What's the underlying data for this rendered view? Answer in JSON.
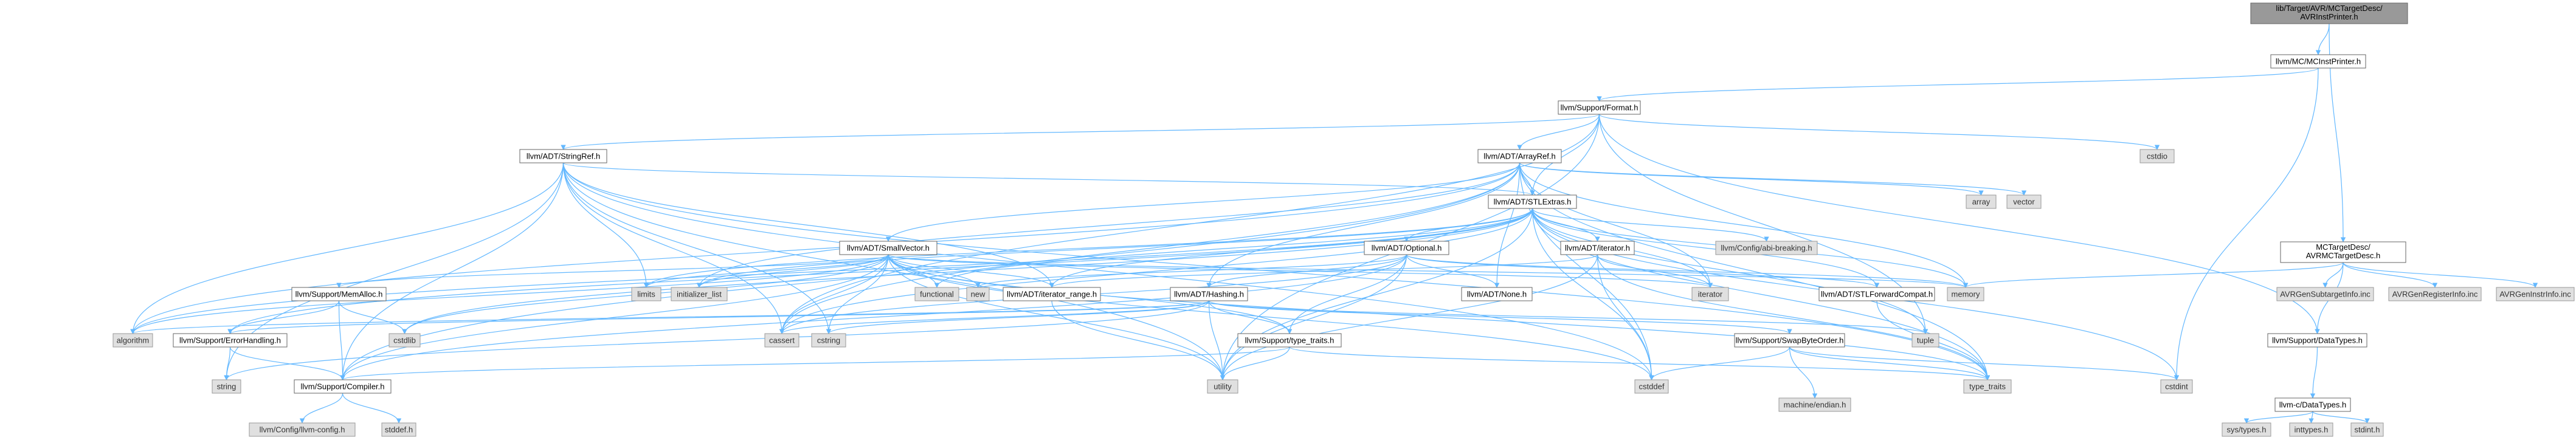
{
  "nodes": [
    {
      "id": "root",
      "label": "lib/Target/AVR/MCTargetDesc/AVRInstPrinter.h",
      "kind": "root"
    },
    {
      "id": "mcinstprinter",
      "label": "llvm/MC/MCInstPrinter.h",
      "kind": "plain"
    },
    {
      "id": "format",
      "label": "llvm/Support/Format.h",
      "kind": "plain"
    },
    {
      "id": "cstdio",
      "label": "cstdio",
      "kind": "sys"
    },
    {
      "id": "stringref",
      "label": "llvm/ADT/StringRef.h",
      "kind": "plain"
    },
    {
      "id": "arrayref",
      "label": "llvm/ADT/ArrayRef.h",
      "kind": "plain"
    },
    {
      "id": "array",
      "label": "array",
      "kind": "sys"
    },
    {
      "id": "vector",
      "label": "vector",
      "kind": "sys"
    },
    {
      "id": "stlextras",
      "label": "llvm/ADT/STLExtras.h",
      "kind": "plain"
    },
    {
      "id": "avrmctargetdesc",
      "label": "MCTargetDesc/AVRMCTargetDesc.h",
      "kind": "plain"
    },
    {
      "id": "abibreaking",
      "label": "llvm/Config/abi-breaking.h",
      "kind": "sys"
    },
    {
      "id": "smallvector",
      "label": "llvm/ADT/SmallVector.h",
      "kind": "plain"
    },
    {
      "id": "optional",
      "label": "llvm/ADT/Optional.h",
      "kind": "plain"
    },
    {
      "id": "iteratorh",
      "label": "llvm/ADT/iterator.h",
      "kind": "plain"
    },
    {
      "id": "functional",
      "label": "functional",
      "kind": "sys"
    },
    {
      "id": "limits",
      "label": "limits",
      "kind": "sys"
    },
    {
      "id": "initlist",
      "label": "initializer_list",
      "kind": "sys"
    },
    {
      "id": "new",
      "label": "new",
      "kind": "sys"
    },
    {
      "id": "iterrange",
      "label": "llvm/ADT/iterator_range.h",
      "kind": "plain"
    },
    {
      "id": "nonee",
      "label": "llvm/ADT/None.h",
      "kind": "plain"
    },
    {
      "id": "iterator",
      "label": "iterator",
      "kind": "sys"
    },
    {
      "id": "stlforward",
      "label": "llvm/ADT/STLForwardCompat.h",
      "kind": "plain"
    },
    {
      "id": "memory",
      "label": "memory",
      "kind": "sys"
    },
    {
      "id": "avrsubtarget",
      "label": "AVRGenSubtargetInfo.inc",
      "kind": "sys"
    },
    {
      "id": "avrregister",
      "label": "AVRGenRegisterInfo.inc",
      "kind": "sys"
    },
    {
      "id": "avrinstr",
      "label": "AVRGenInstrInfo.inc",
      "kind": "sys"
    },
    {
      "id": "memalloc",
      "label": "llvm/Support/MemAlloc.h",
      "kind": "plain"
    },
    {
      "id": "hashing",
      "label": "llvm/ADT/Hashing.h",
      "kind": "plain"
    },
    {
      "id": "algorithm",
      "label": "algorithm",
      "kind": "sys"
    },
    {
      "id": "errorhandling",
      "label": "llvm/Support/ErrorHandling.h",
      "kind": "plain"
    },
    {
      "id": "cstdlib",
      "label": "cstdlib",
      "kind": "sys"
    },
    {
      "id": "cassert",
      "label": "cassert",
      "kind": "sys"
    },
    {
      "id": "cstring",
      "label": "cstring",
      "kind": "sys"
    },
    {
      "id": "typetraitsh",
      "label": "llvm/Support/type_traits.h",
      "kind": "plain"
    },
    {
      "id": "swapbyteorder",
      "label": "llvm/Support/SwapByteOrder.h",
      "kind": "plain"
    },
    {
      "id": "tuple",
      "label": "tuple",
      "kind": "sys"
    },
    {
      "id": "datatypesh",
      "label": "llvm/Support/DataTypes.h",
      "kind": "plain"
    },
    {
      "id": "string",
      "label": "string",
      "kind": "sys"
    },
    {
      "id": "compiler",
      "label": "llvm/Support/Compiler.h",
      "kind": "plain"
    },
    {
      "id": "utility",
      "label": "utility",
      "kind": "sys"
    },
    {
      "id": "cstddef",
      "label": "cstddef",
      "kind": "sys"
    },
    {
      "id": "machineendian",
      "label": "machine/endian.h",
      "kind": "sys"
    },
    {
      "id": "type_traits",
      "label": "type_traits",
      "kind": "sys"
    },
    {
      "id": "cstdint",
      "label": "cstdint",
      "kind": "sys"
    },
    {
      "id": "cdatatypes",
      "label": "llvm-c/DataTypes.h",
      "kind": "plain"
    },
    {
      "id": "llvmconfig",
      "label": "llvm/Config/llvm-config.h",
      "kind": "sys"
    },
    {
      "id": "stddef",
      "label": "stddef.h",
      "kind": "sys"
    },
    {
      "id": "systypes",
      "label": "sys/types.h",
      "kind": "sys"
    },
    {
      "id": "inttypes",
      "label": "inttypes.h",
      "kind": "sys"
    },
    {
      "id": "stdint",
      "label": "stdint.h",
      "kind": "sys"
    }
  ],
  "edges": [
    [
      "root",
      "mcinstprinter"
    ],
    [
      "root",
      "avrmctargetdesc"
    ],
    [
      "mcinstprinter",
      "format"
    ],
    [
      "mcinstprinter",
      "cstdint"
    ],
    [
      "format",
      "cstdio"
    ],
    [
      "format",
      "stringref"
    ],
    [
      "format",
      "arrayref"
    ],
    [
      "format",
      "stlextras"
    ],
    [
      "format",
      "datatypesh"
    ],
    [
      "format",
      "cassert"
    ],
    [
      "format",
      "tuple"
    ],
    [
      "format",
      "utility"
    ],
    [
      "stringref",
      "stlextras"
    ],
    [
      "stringref",
      "iterrange"
    ],
    [
      "stringref",
      "compiler"
    ],
    [
      "stringref",
      "algorithm"
    ],
    [
      "stringref",
      "cassert"
    ],
    [
      "stringref",
      "cstddef"
    ],
    [
      "stringref",
      "cstring"
    ],
    [
      "stringref",
      "limits"
    ],
    [
      "stringref",
      "string"
    ],
    [
      "stringref",
      "type_traits"
    ],
    [
      "stringref",
      "utility"
    ],
    [
      "arrayref",
      "hashing"
    ],
    [
      "arrayref",
      "nonee"
    ],
    [
      "arrayref",
      "smallvector"
    ],
    [
      "arrayref",
      "stlextras"
    ],
    [
      "arrayref",
      "compiler"
    ],
    [
      "arrayref",
      "algorithm"
    ],
    [
      "arrayref",
      "array"
    ],
    [
      "arrayref",
      "cassert"
    ],
    [
      "arrayref",
      "cstddef"
    ],
    [
      "arrayref",
      "initlist"
    ],
    [
      "arrayref",
      "iterator"
    ],
    [
      "arrayref",
      "memory"
    ],
    [
      "arrayref",
      "type_traits"
    ],
    [
      "arrayref",
      "vector"
    ],
    [
      "stlextras",
      "optional"
    ],
    [
      "stlextras",
      "stlforward"
    ],
    [
      "stlextras",
      "iteratorh"
    ],
    [
      "stlextras",
      "iterrange"
    ],
    [
      "stlextras",
      "abibreaking"
    ],
    [
      "stlextras",
      "errorhandling"
    ],
    [
      "stlextras",
      "algorithm"
    ],
    [
      "stlextras",
      "cassert"
    ],
    [
      "stlextras",
      "cstddef"
    ],
    [
      "stlextras",
      "cstdint"
    ],
    [
      "stlextras",
      "cstdlib"
    ],
    [
      "stlextras",
      "functional"
    ],
    [
      "stlextras",
      "initlist"
    ],
    [
      "stlextras",
      "iterator"
    ],
    [
      "stlextras",
      "limits"
    ],
    [
      "stlextras",
      "memory"
    ],
    [
      "stlextras",
      "tuple"
    ],
    [
      "stlextras",
      "type_traits"
    ],
    [
      "stlextras",
      "utility"
    ],
    [
      "smallvector",
      "memalloc"
    ],
    [
      "smallvector",
      "type_traits"
    ],
    [
      "smallvector",
      "algorithm"
    ],
    [
      "smallvector",
      "cassert"
    ],
    [
      "smallvector",
      "cstddef"
    ],
    [
      "smallvector",
      "cstdlib"
    ],
    [
      "smallvector",
      "cstring"
    ],
    [
      "smallvector",
      "functional"
    ],
    [
      "smallvector",
      "initlist"
    ],
    [
      "smallvector",
      "iterator"
    ],
    [
      "smallvector",
      "limits"
    ],
    [
      "smallvector",
      "memory"
    ],
    [
      "smallvector",
      "new"
    ],
    [
      "smallvector",
      "typetraitsh"
    ],
    [
      "smallvector",
      "utility"
    ],
    [
      "smallvector",
      "compiler"
    ],
    [
      "smallvector",
      "iterrange"
    ],
    [
      "optional",
      "hashing"
    ],
    [
      "optional",
      "nonee"
    ],
    [
      "optional",
      "stlforward"
    ],
    [
      "optional",
      "compiler"
    ],
    [
      "optional",
      "typetraitsh"
    ],
    [
      "optional",
      "cassert"
    ],
    [
      "optional",
      "memory"
    ],
    [
      "optional",
      "new"
    ],
    [
      "optional",
      "utility"
    ],
    [
      "iteratorh",
      "iterrange"
    ],
    [
      "iteratorh",
      "cstddef"
    ],
    [
      "iteratorh",
      "iterator"
    ],
    [
      "iteratorh",
      "type_traits"
    ],
    [
      "iteratorh",
      "utility"
    ],
    [
      "iterrange",
      "utility"
    ],
    [
      "stlforward",
      "type_traits"
    ],
    [
      "avrmctargetdesc",
      "datatypesh"
    ],
    [
      "avrmctargetdesc",
      "memory"
    ],
    [
      "avrmctargetdesc",
      "avrsubtarget"
    ],
    [
      "avrmctargetdesc",
      "avrregister"
    ],
    [
      "avrmctargetdesc",
      "avrinstr"
    ],
    [
      "memalloc",
      "compiler"
    ],
    [
      "memalloc",
      "errorhandling"
    ],
    [
      "memalloc",
      "cstdlib"
    ],
    [
      "hashing",
      "errorhandling"
    ],
    [
      "hashing",
      "swapbyteorder"
    ],
    [
      "hashing",
      "typetraitsh"
    ],
    [
      "hashing",
      "algorithm"
    ],
    [
      "hashing",
      "cassert"
    ],
    [
      "hashing",
      "cstring"
    ],
    [
      "hashing",
      "string"
    ],
    [
      "hashing",
      "tuple"
    ],
    [
      "hashing",
      "utility"
    ],
    [
      "errorhandling",
      "compiler"
    ],
    [
      "errorhandling",
      "string"
    ],
    [
      "typetraitsh",
      "compiler"
    ],
    [
      "typetraitsh",
      "type_traits"
    ],
    [
      "typetraitsh",
      "utility"
    ],
    [
      "swapbyteorder",
      "cstddef"
    ],
    [
      "swapbyteorder",
      "cstdint"
    ],
    [
      "swapbyteorder",
      "type_traits"
    ],
    [
      "swapbyteorder",
      "machineendian"
    ],
    [
      "datatypesh",
      "cdatatypes"
    ],
    [
      "compiler",
      "llvmconfig"
    ],
    [
      "compiler",
      "stddef"
    ],
    [
      "cdatatypes",
      "inttypes"
    ],
    [
      "cdatatypes",
      "systypes"
    ],
    [
      "cdatatypes",
      "stdint"
    ]
  ]
}
